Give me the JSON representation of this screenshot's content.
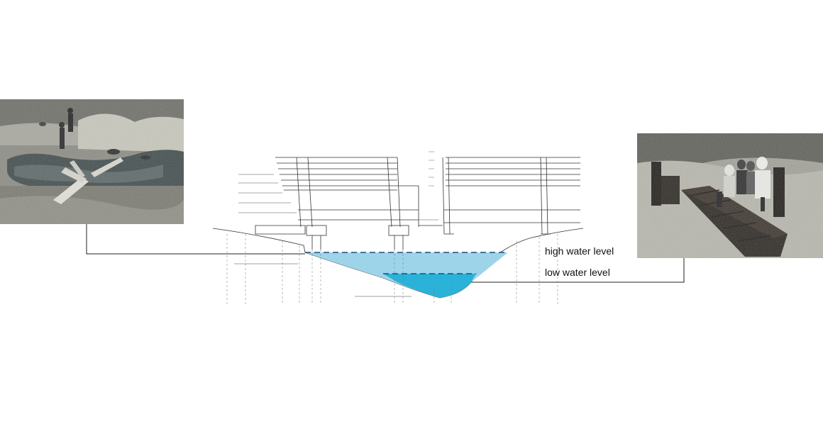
{
  "labels": {
    "high_water": "high water level",
    "low_water": "low water level"
  },
  "photos": {
    "left": "photo-pond-with-planks",
    "right": "photo-people-on-bench-boardwalk"
  },
  "colors": {
    "high_water_fill": "#9ed4ea",
    "low_water_fill": "#2ab2d8",
    "water_dash": "#1d4f7a",
    "sketch_line": "#333333",
    "leader_line": "#222222"
  }
}
